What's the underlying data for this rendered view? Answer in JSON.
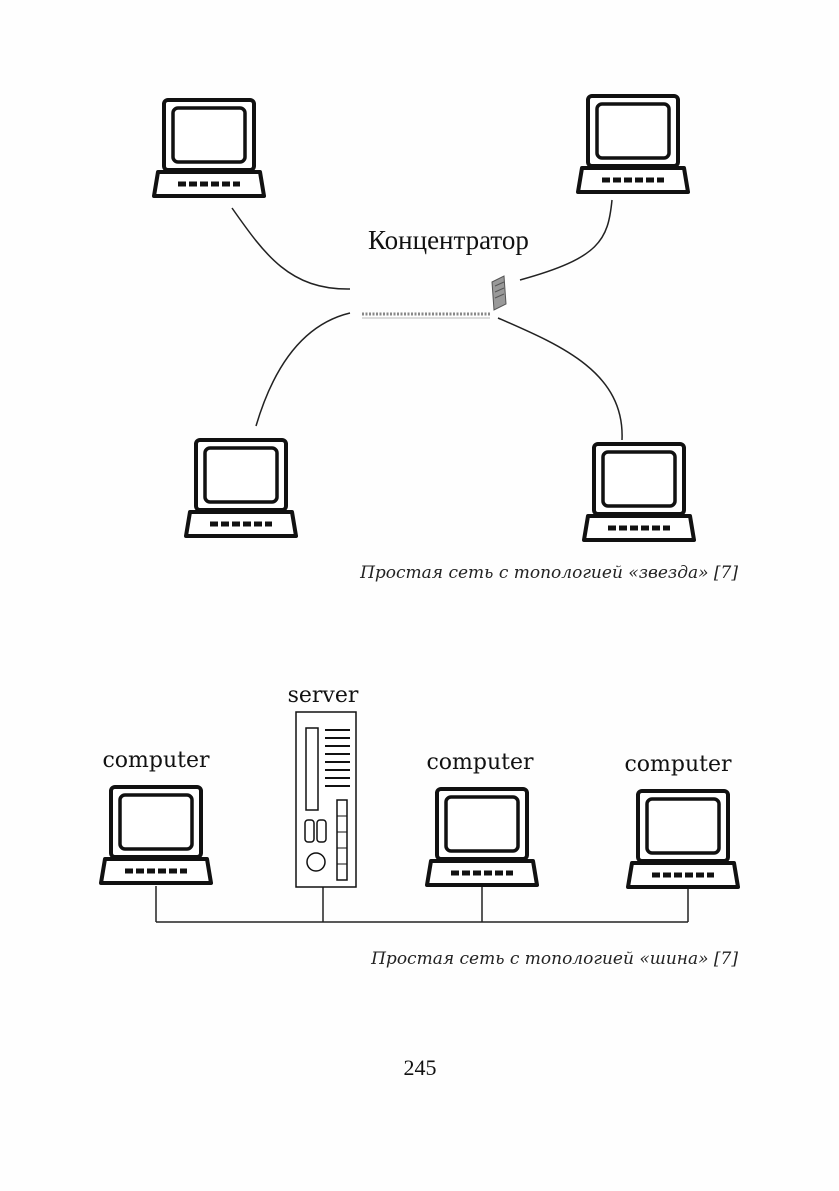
{
  "star": {
    "hub_label": "Концентратор",
    "caption": "Простая сеть с топологией «звезда» [7]"
  },
  "bus": {
    "server_label": "server",
    "computer_labels": [
      "computer",
      "computer",
      "computer"
    ],
    "caption": "Простая сеть с топологией «шина» [7]"
  },
  "page_number": "245",
  "icons": {
    "workstation": "laptop-computer-icon",
    "server": "server-tower-icon",
    "hub": "hub-icon"
  }
}
